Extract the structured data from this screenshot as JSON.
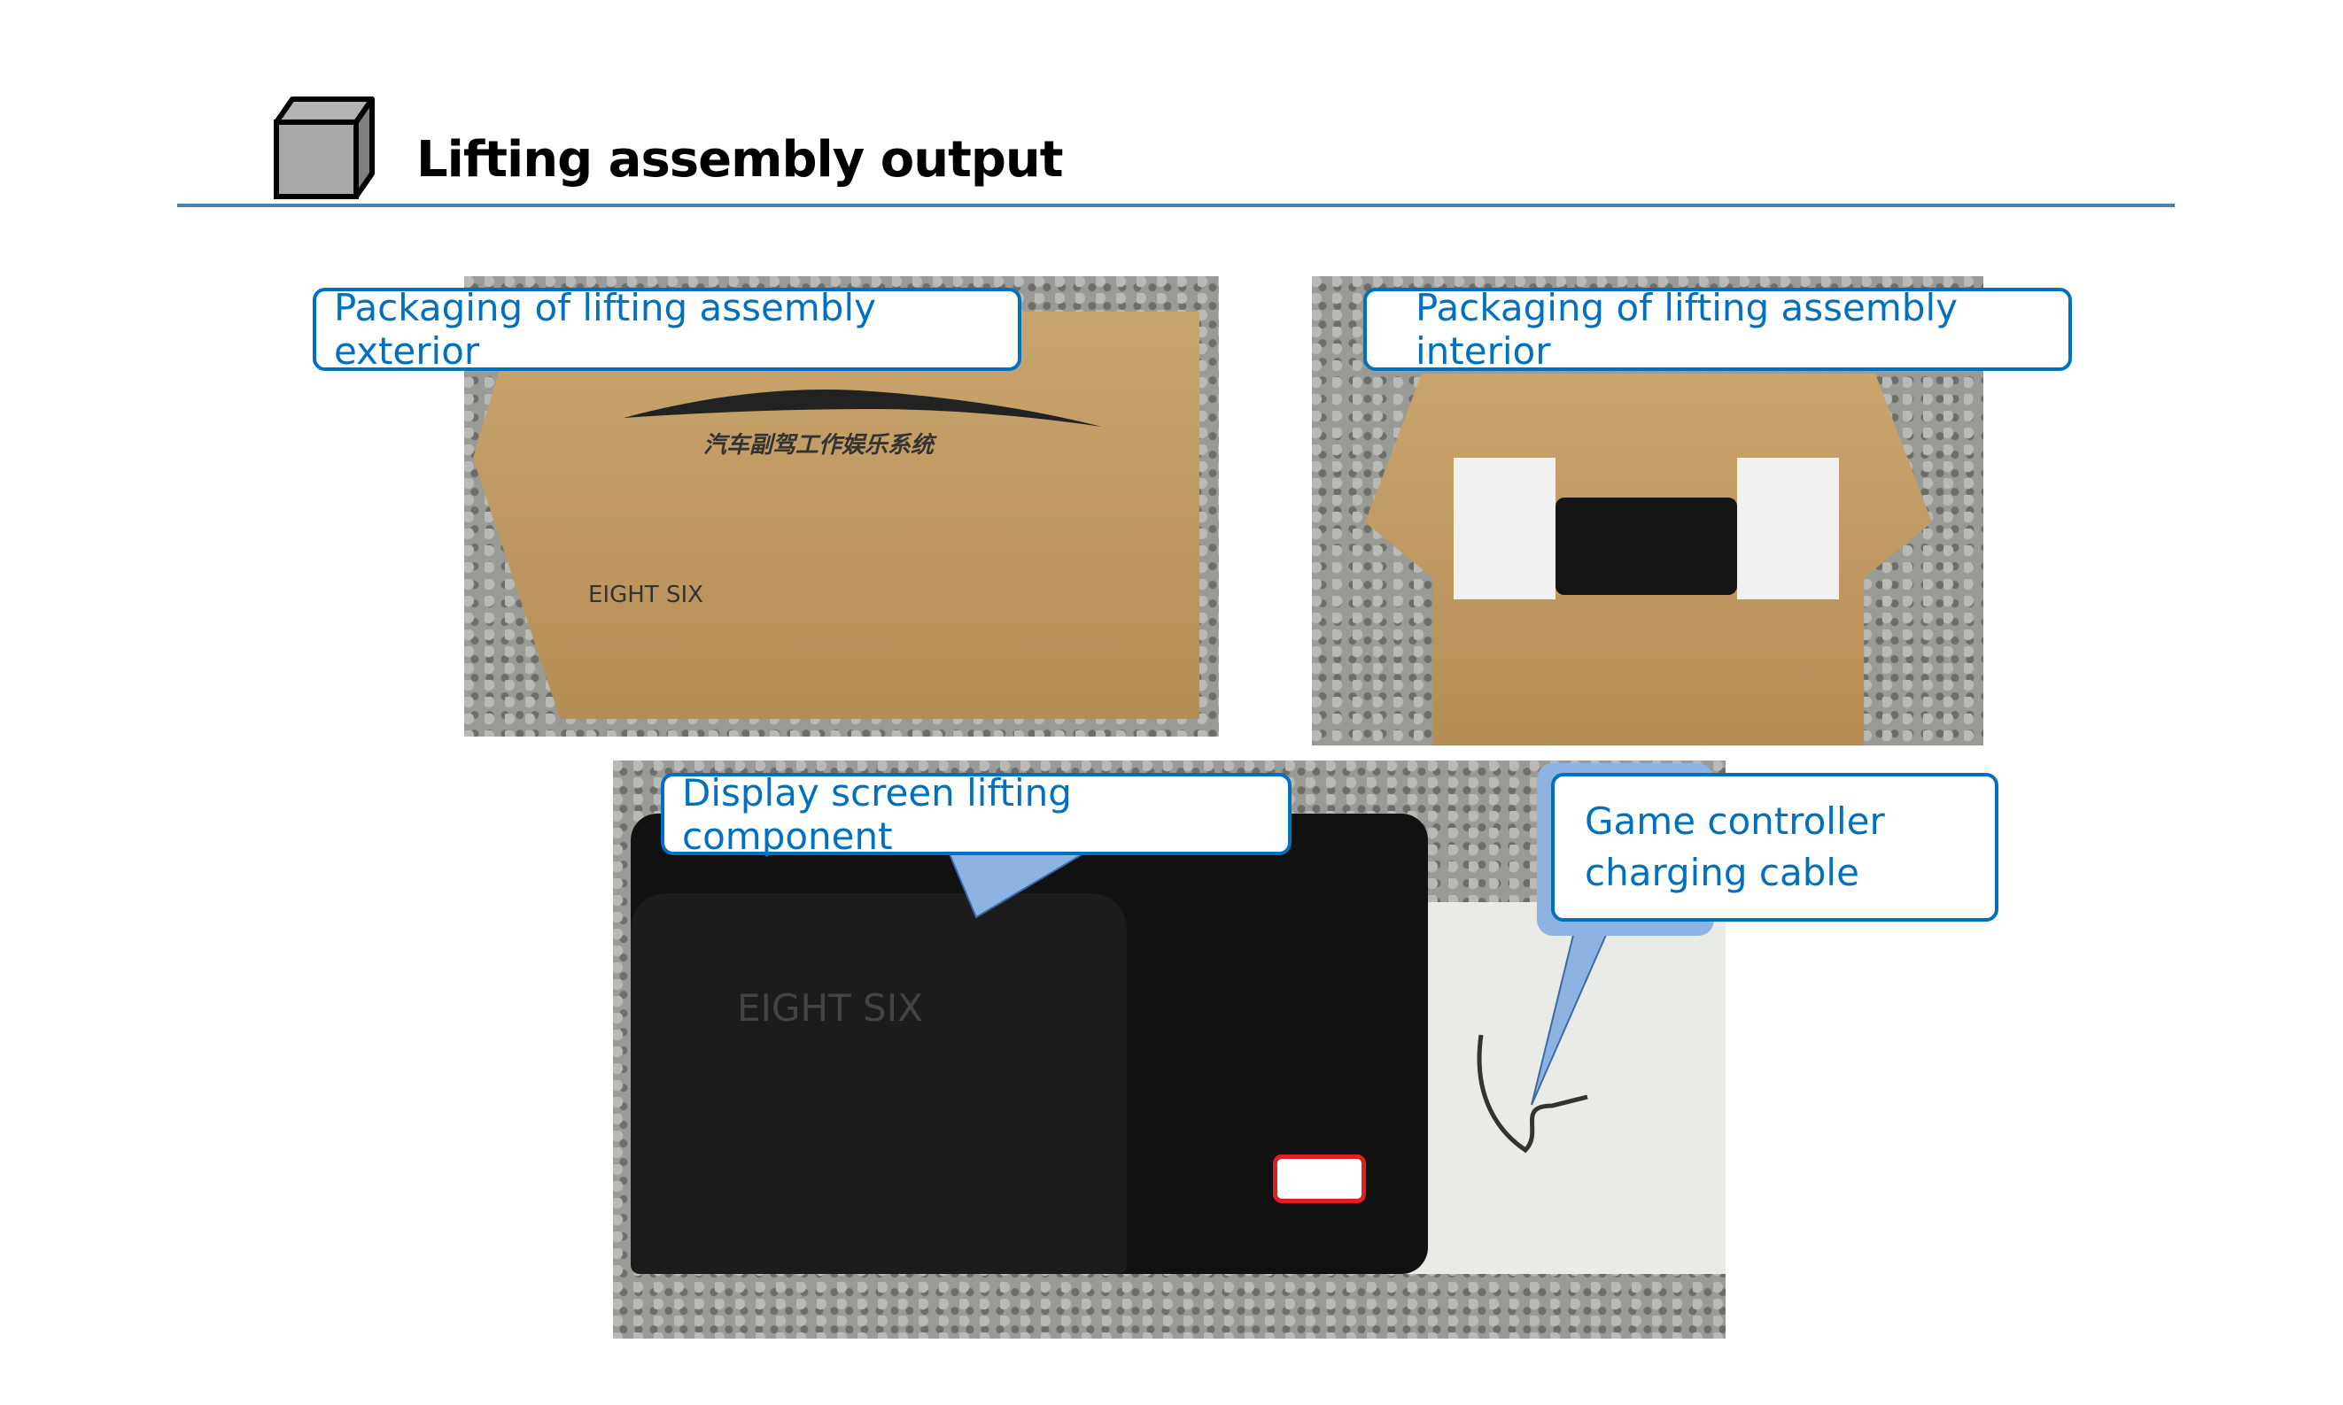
{
  "header": {
    "title": "Lifting assembly output",
    "icon": "cube-icon"
  },
  "photos": [
    {
      "label": "Packaging of lifting assembly exterior",
      "box_brand": "EIGHT SIX",
      "box_text": "汽车副驾工作娱乐系统"
    },
    {
      "label": "Packaging of lifting assembly interior"
    },
    {
      "callouts": [
        "Display screen lifting component",
        "Game controller charging cable"
      ],
      "watermark": "EIGHT SIX"
    }
  ],
  "colors": {
    "accent": "#0070c0",
    "rule": "#4a7ebb",
    "callout_shadow": "#8db3e2"
  }
}
